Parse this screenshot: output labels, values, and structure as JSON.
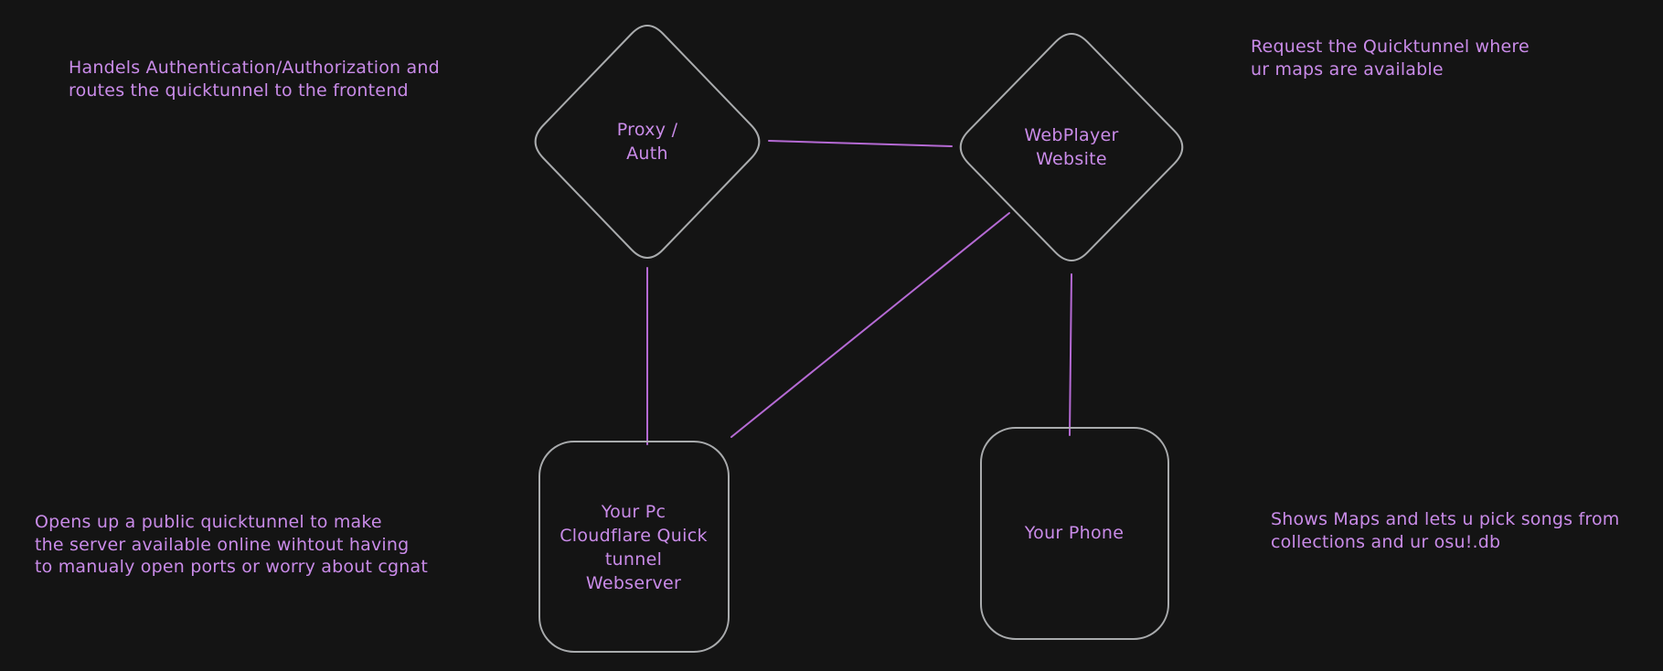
{
  "colors": {
    "background": "#141414",
    "shape_stroke": "#a9abad",
    "connector_stroke": "#b56ad4",
    "text": "#c98be8"
  },
  "nodes": [
    {
      "id": "proxy-auth",
      "shape": "diamond",
      "label": "Proxy /\nAuth"
    },
    {
      "id": "webplayer-website",
      "shape": "diamond",
      "label": "WebPlayer\nWebsite"
    },
    {
      "id": "your-pc",
      "shape": "rounded-rect",
      "label": "Your Pc\nCloudflare Quick\ntunnel\nWebserver"
    },
    {
      "id": "your-phone",
      "shape": "rounded-rect",
      "label": "Your Phone"
    }
  ],
  "edges": [
    {
      "from": "proxy-auth",
      "to": "webplayer-website"
    },
    {
      "from": "proxy-auth",
      "to": "your-pc"
    },
    {
      "from": "webplayer-website",
      "to": "your-pc"
    },
    {
      "from": "webplayer-website",
      "to": "your-phone"
    }
  ],
  "annotations": [
    {
      "id": "proxy-auth-note",
      "text": "Handels Authentication/Authorization and\nroutes the quicktunnel to the frontend"
    },
    {
      "id": "webplayer-note",
      "text": "Request the Quicktunnel where\nur maps are available"
    },
    {
      "id": "your-pc-note",
      "text": "Opens up a public quicktunnel to make\nthe server available online wihtout having\nto manualy open ports or worry about cgnat"
    },
    {
      "id": "your-phone-note",
      "text": "Shows Maps and lets u pick songs from\ncollections and ur osu!.db"
    }
  ]
}
